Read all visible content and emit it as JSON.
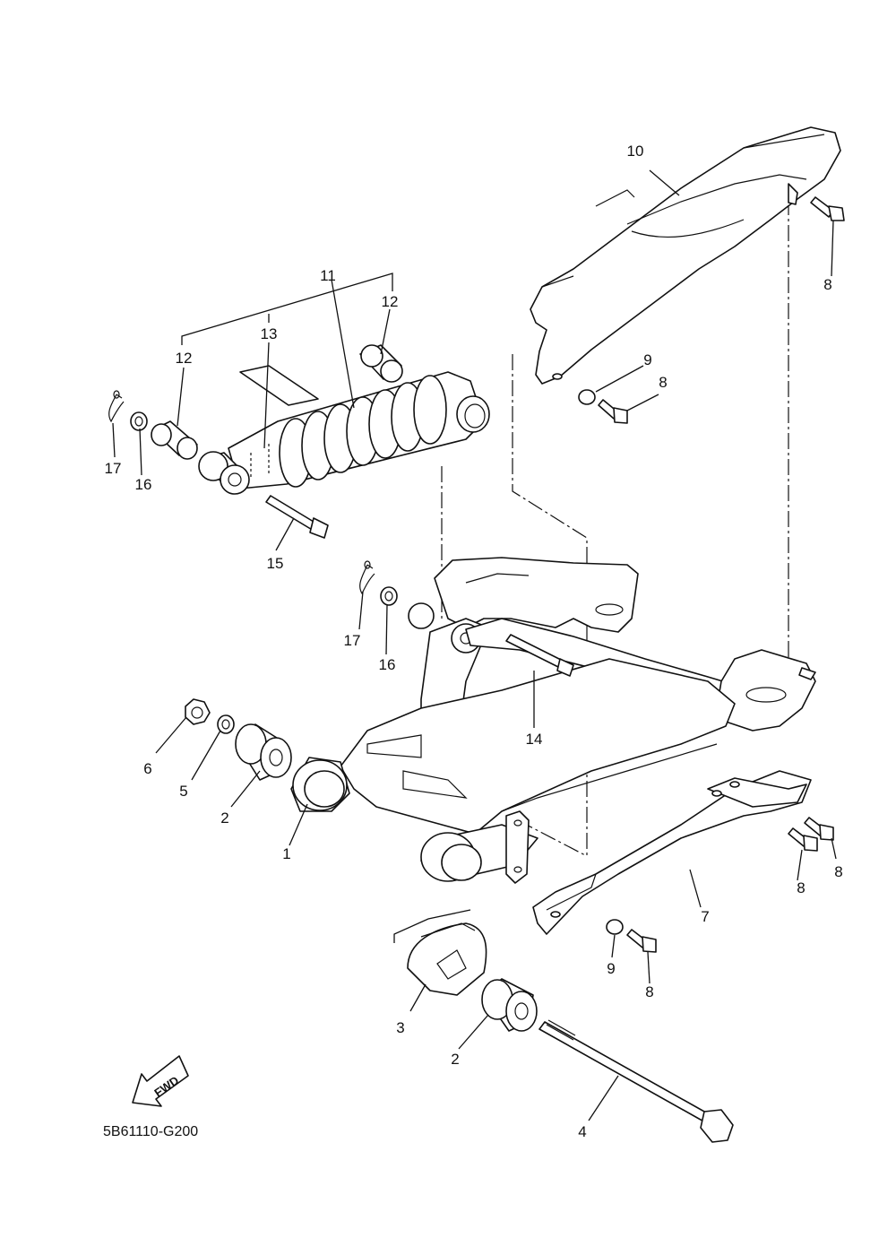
{
  "diagram_code": "5B61110-G200",
  "fwd_label": "FWD",
  "callouts": {
    "c1": "1",
    "c2a": "2",
    "c2b": "2",
    "c3": "3",
    "c4": "4",
    "c5": "5",
    "c6": "6",
    "c7": "7",
    "c8a": "8",
    "c8b": "8",
    "c8c": "8",
    "c8d": "8",
    "c8e": "8",
    "c9a": "9",
    "c9b": "9",
    "c10": "10",
    "c11": "11",
    "c12a": "12",
    "c12b": "12",
    "c13": "13",
    "c14": "14",
    "c15": "15",
    "c16a": "16",
    "c16b": "16",
    "c17a": "17",
    "c17b": "17"
  }
}
